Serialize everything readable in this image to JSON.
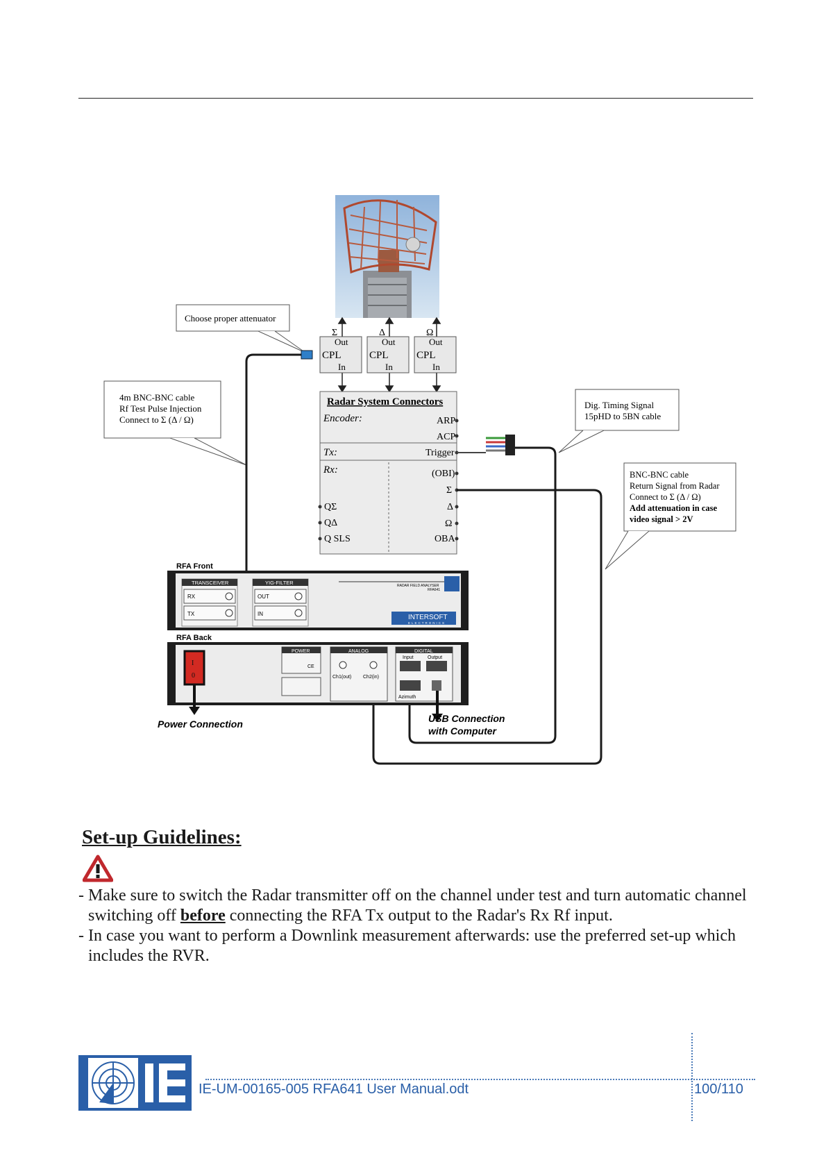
{
  "diagram": {
    "attenuator_note": "Choose proper attenuator",
    "cpl_ports": [
      {
        "symbol": "Σ",
        "out": "Out",
        "cpl": "CPL",
        "in": "In"
      },
      {
        "symbol": "Δ",
        "out": "Out",
        "cpl": "CPL",
        "in": "In"
      },
      {
        "symbol": "Ω",
        "out": "Out",
        "cpl": "CPL",
        "in": "In"
      }
    ],
    "bnc_note": [
      "4m BNC-BNC cable",
      "Rf Test Pulse Injection",
      "Connect to Σ (Δ / Ω)"
    ],
    "timing_note": [
      "Dig. Timing Signal",
      "15pHD to 5BN  cable"
    ],
    "return_note": [
      "BNC-BNC cable",
      "Return Signal from Radar",
      "Connect to Σ (Δ / Ω)",
      "Add attenuation in case",
      "video signal > 2V"
    ],
    "connectors": {
      "title": "Radar System Connectors",
      "encoder": "Encoder:",
      "arp": "ARP",
      "acp": "ACP",
      "tx": "Tx:",
      "trigger": "Trigger",
      "rx": "Rx:",
      "obi": "(OBI)",
      "sigma": "Σ",
      "delta": "Δ",
      "omega": "Ω",
      "q_sigma": "QΣ",
      "q_delta": "QΔ",
      "q_sls": "Q SLS",
      "oba": "OBA"
    },
    "rfa_front": {
      "label": "RFA Front",
      "transceiver": "TRANSCEIVER",
      "rx": "RX",
      "tx": "TX",
      "yig": "YIG-FILTER",
      "out": "OUT",
      "in": "IN",
      "analyzer_title": "RADAR FIELD ANALYSER",
      "model": "RFA641",
      "brand": "INTERSOFT",
      "brand_sub": "ELECTRONICS"
    },
    "rfa_back": {
      "label": "RFA Back",
      "power": "POWER",
      "ce": "CE",
      "switch_on": "I",
      "switch_off": "0",
      "analog": "ANALOG",
      "ch1": "Ch1(out)",
      "ch2": "Ch2(in)",
      "digital": "DIGITAL",
      "input": "Input",
      "output": "Output",
      "azimuth": "Azimuth"
    },
    "power_connection": "Power Connection",
    "usb_connection": [
      "USB Connection",
      "with Computer"
    ]
  },
  "guidelines": {
    "title": "Set-up Guidelines:",
    "bullets": [
      {
        "before": "Make sure to switch the Radar transmitter off on the channel under test and turn automatic channel switching off ",
        "emph": "before",
        "after": " connecting the RFA Tx output to the Radar's Rx Rf input."
      },
      {
        "before": "In case you want to perform a Downlink measurement afterwards: use the preferred set-up which includes the RVR.",
        "emph": "",
        "after": ""
      }
    ]
  },
  "footer": {
    "doc_name": "IE-UM-00165-005 RFA641 User Manual.odt",
    "page": "100/110"
  },
  "colors": {
    "accent_blue": "#2a5fa8",
    "panel_dark": "#1e1e1e",
    "panel_light": "#eaeaea",
    "warning_red": "#c0282d",
    "power_switch": "#d22a22"
  }
}
